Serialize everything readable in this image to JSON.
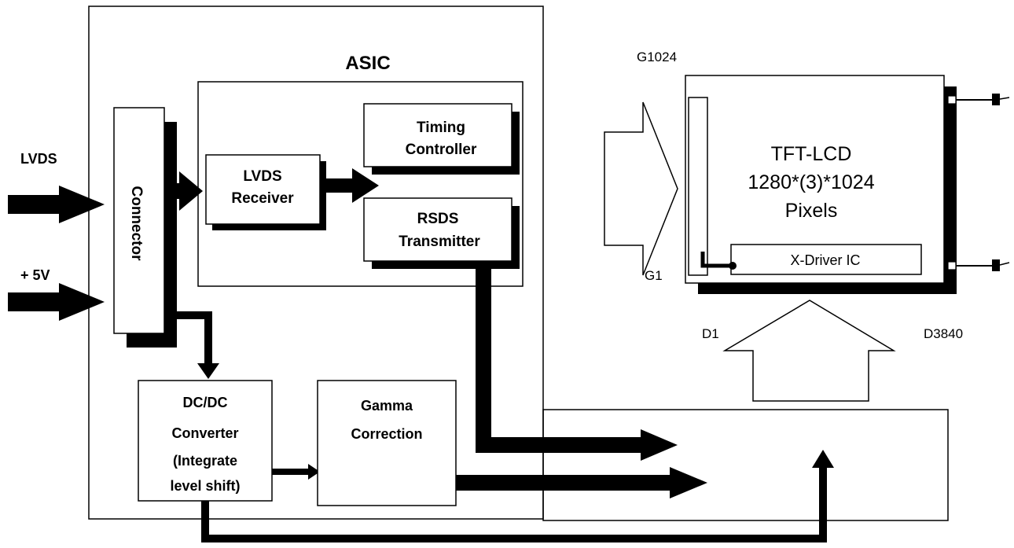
{
  "diagram": {
    "asic_label": "ASIC",
    "inputs": {
      "lvds": "LVDS",
      "power": "+ 5V"
    },
    "connector": "Connector",
    "lvds_receiver": [
      "LVDS",
      "Receiver"
    ],
    "timing_controller": [
      "Timing",
      "Controller"
    ],
    "rsds_transmitter": [
      "RSDS",
      "Transmitter"
    ],
    "dcdc_converter": [
      "DC/DC",
      "Converter",
      "(Integrate",
      "level shift)"
    ],
    "gamma_correction": [
      "Gamma",
      "Correction"
    ],
    "panel": {
      "title": "TFT-LCD",
      "resolution": "1280*(3)*1024",
      "unit": "Pixels",
      "x_driver": "X-Driver IC",
      "gate_top": "G1024",
      "gate_bottom": "G1",
      "data_left": "D1",
      "data_right": "D3840"
    }
  },
  "colors": {
    "line": "#000000",
    "background": "#ffffff"
  }
}
